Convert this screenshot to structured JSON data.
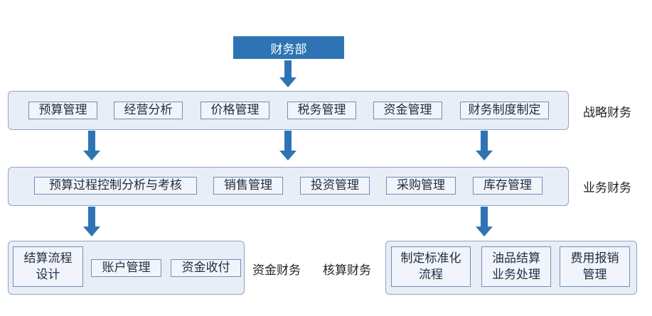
{
  "root": {
    "label": "财务部"
  },
  "tiers": {
    "strategic": {
      "label": "战略财务",
      "items": [
        "预算管理",
        "经营分析",
        "价格管理",
        "税务管理",
        "资金管理",
        "财务制度制定"
      ]
    },
    "business": {
      "label": "业务财务",
      "items": [
        "预算过程控制分析与考核",
        "销售管理",
        "投资管理",
        "采购管理",
        "库存管理"
      ]
    },
    "funds": {
      "label": "资金财务",
      "items": [
        "结算流程\n设计",
        "账户管理",
        "资金收付"
      ]
    },
    "accounting": {
      "label": "核算财务",
      "items": [
        "制定标准化\n流程",
        "油品结算\n业务处理",
        "费用报销\n管理"
      ]
    }
  },
  "colors": {
    "accent": "#2e74b5",
    "panel_fill": "#e9edf5",
    "panel_border": "#8ea6c8",
    "item_border": "#6f8fba"
  }
}
